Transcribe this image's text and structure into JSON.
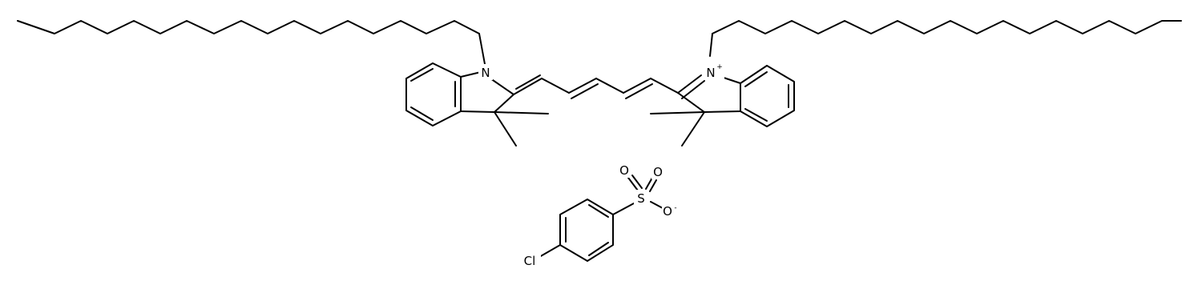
{
  "structure": {
    "atoms": {
      "left_nitrogen": "N",
      "right_nitrogen": "N",
      "right_nitrogen_charge": "+",
      "sulfur": "S",
      "oxygen_1": "O",
      "oxygen_2": "O",
      "oxygen_3": "O",
      "oxygen_3_charge": "-",
      "chlorine": "Cl"
    },
    "colors": {
      "bond": "#000000",
      "label": "#000000",
      "background": "#ffffff"
    }
  }
}
